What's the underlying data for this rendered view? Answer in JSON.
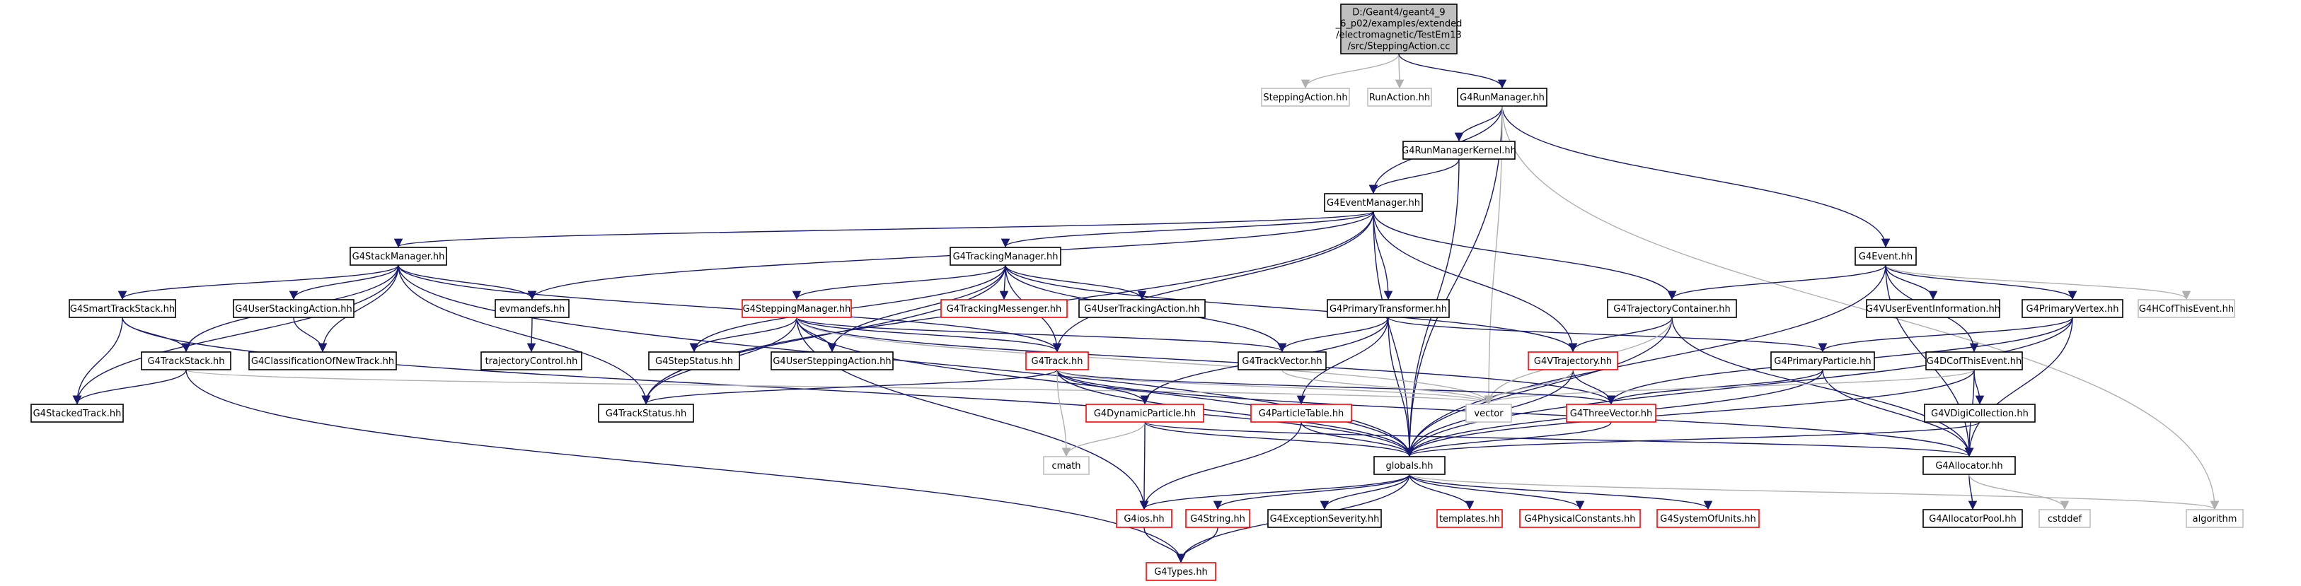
{
  "graph": {
    "colors": {
      "node_border_default": "#000000",
      "node_border_external": "#bfbfbf",
      "node_border_undocumented": "#ff0000",
      "root_fill": "#bfbfbf",
      "edge": "#191970",
      "edge_to_external": "#b0b0b0"
    },
    "nodes": [
      {
        "id": "root",
        "lines": [
          "D:/Geant4/geant4_9",
          "_6_p02/examples/extended",
          "/electromagnetic/TestEm13",
          "/src/SteppingAction.cc"
        ],
        "style": "root"
      },
      {
        "id": "stepping_action_hh",
        "lines": [
          "SteppingAction.hh"
        ],
        "style": "external"
      },
      {
        "id": "run_action_hh",
        "lines": [
          "RunAction.hh"
        ],
        "style": "external"
      },
      {
        "id": "g4runmanager",
        "lines": [
          "G4RunManager.hh"
        ],
        "style": "default"
      },
      {
        "id": "g4runmanagerkernel",
        "lines": [
          "G4RunManagerKernel.hh"
        ],
        "style": "default"
      },
      {
        "id": "g4eventmanager",
        "lines": [
          "G4EventManager.hh"
        ],
        "style": "default"
      },
      {
        "id": "g4stackmanager",
        "lines": [
          "G4StackManager.hh"
        ],
        "style": "default"
      },
      {
        "id": "g4trackingmanager",
        "lines": [
          "G4TrackingManager.hh"
        ],
        "style": "default"
      },
      {
        "id": "g4event",
        "lines": [
          "G4Event.hh"
        ],
        "style": "default"
      },
      {
        "id": "g4smarttrackstack",
        "lines": [
          "G4SmartTrackStack.hh"
        ],
        "style": "default"
      },
      {
        "id": "g4userstackingaction",
        "lines": [
          "G4UserStackingAction.hh"
        ],
        "style": "default"
      },
      {
        "id": "evmandefs",
        "lines": [
          "evmandefs.hh"
        ],
        "style": "default"
      },
      {
        "id": "g4steppingmanager",
        "lines": [
          "G4SteppingManager.hh"
        ],
        "style": "undocumented"
      },
      {
        "id": "g4trackingmessenger",
        "lines": [
          "G4TrackingMessenger.hh"
        ],
        "style": "undocumented"
      },
      {
        "id": "g4usertrackingaction",
        "lines": [
          "G4UserTrackingAction.hh"
        ],
        "style": "default"
      },
      {
        "id": "g4primarytransformer",
        "lines": [
          "G4PrimaryTransformer.hh"
        ],
        "style": "default"
      },
      {
        "id": "g4trajectorycontainer",
        "lines": [
          "G4TrajectoryContainer.hh"
        ],
        "style": "default"
      },
      {
        "id": "g4vusereventinformation",
        "lines": [
          "G4VUserEventInformation.hh"
        ],
        "style": "default"
      },
      {
        "id": "g4primaryvertex",
        "lines": [
          "G4PrimaryVertex.hh"
        ],
        "style": "default"
      },
      {
        "id": "g4hcofthisevent",
        "lines": [
          "G4HCofThisEvent.hh"
        ],
        "style": "external"
      },
      {
        "id": "g4trackstack",
        "lines": [
          "G4TrackStack.hh"
        ],
        "style": "default"
      },
      {
        "id": "g4classificationofnewtrack",
        "lines": [
          "G4ClassificationOfNewTrack.hh"
        ],
        "style": "default"
      },
      {
        "id": "trajectorycontrol",
        "lines": [
          "trajectoryControl.hh"
        ],
        "style": "default"
      },
      {
        "id": "g4stepstatus",
        "lines": [
          "G4StepStatus.hh"
        ],
        "style": "default"
      },
      {
        "id": "g4usersteppingaction",
        "lines": [
          "G4UserSteppingAction.hh"
        ],
        "style": "default"
      },
      {
        "id": "g4track",
        "lines": [
          "G4Track.hh"
        ],
        "style": "undocumented"
      },
      {
        "id": "g4trackvector",
        "lines": [
          "G4TrackVector.hh"
        ],
        "style": "default"
      },
      {
        "id": "g4vtrajectory",
        "lines": [
          "G4VTrajectory.hh"
        ],
        "style": "undocumented"
      },
      {
        "id": "g4primaryparticle",
        "lines": [
          "G4PrimaryParticle.hh"
        ],
        "style": "default"
      },
      {
        "id": "g4dcofthisevent",
        "lines": [
          "G4DCofThisEvent.hh"
        ],
        "style": "default"
      },
      {
        "id": "g4stackedtrack",
        "lines": [
          "G4StackedTrack.hh"
        ],
        "style": "default"
      },
      {
        "id": "g4trackstatus",
        "lines": [
          "G4TrackStatus.hh"
        ],
        "style": "default"
      },
      {
        "id": "g4dynamicparticle",
        "lines": [
          "G4DynamicParticle.hh"
        ],
        "style": "undocumented"
      },
      {
        "id": "g4particletable",
        "lines": [
          "G4ParticleTable.hh"
        ],
        "style": "undocumented"
      },
      {
        "id": "vector",
        "lines": [
          "vector"
        ],
        "style": "external"
      },
      {
        "id": "g4threevector",
        "lines": [
          "G4ThreeVector.hh"
        ],
        "style": "undocumented"
      },
      {
        "id": "g4vdigicollection",
        "lines": [
          "G4VDigiCollection.hh"
        ],
        "style": "default"
      },
      {
        "id": "cmath",
        "lines": [
          "cmath"
        ],
        "style": "external"
      },
      {
        "id": "globals",
        "lines": [
          "globals.hh"
        ],
        "style": "default"
      },
      {
        "id": "g4allocator",
        "lines": [
          "G4Allocator.hh"
        ],
        "style": "default"
      },
      {
        "id": "g4ios",
        "lines": [
          "G4ios.hh"
        ],
        "style": "undocumented"
      },
      {
        "id": "g4string",
        "lines": [
          "G4String.hh"
        ],
        "style": "undocumented"
      },
      {
        "id": "g4exceptionseverity",
        "lines": [
          "G4ExceptionSeverity.hh"
        ],
        "style": "default"
      },
      {
        "id": "templates",
        "lines": [
          "templates.hh"
        ],
        "style": "undocumented"
      },
      {
        "id": "g4physicalconstants",
        "lines": [
          "G4PhysicalConstants.hh"
        ],
        "style": "undocumented"
      },
      {
        "id": "g4systemofunits",
        "lines": [
          "G4SystemOfUnits.hh"
        ],
        "style": "undocumented"
      },
      {
        "id": "g4allocatorpool",
        "lines": [
          "G4AllocatorPool.hh"
        ],
        "style": "default"
      },
      {
        "id": "cstddef",
        "lines": [
          "cstddef"
        ],
        "style": "external"
      },
      {
        "id": "algorithm",
        "lines": [
          "algorithm"
        ],
        "style": "external"
      },
      {
        "id": "g4types",
        "lines": [
          "G4Types.hh"
        ],
        "style": "undocumented"
      }
    ],
    "edges": [
      [
        "root",
        "stepping_action_hh"
      ],
      [
        "root",
        "run_action_hh"
      ],
      [
        "root",
        "g4runmanager"
      ],
      [
        "g4runmanager",
        "g4runmanagerkernel"
      ],
      [
        "g4runmanager",
        "g4eventmanager"
      ],
      [
        "g4runmanager",
        "g4event"
      ],
      [
        "g4runmanager",
        "globals"
      ],
      [
        "g4runmanager",
        "vector"
      ],
      [
        "g4runmanager",
        "algorithm"
      ],
      [
        "g4runmanagerkernel",
        "g4eventmanager"
      ],
      [
        "g4runmanagerkernel",
        "globals"
      ],
      [
        "g4eventmanager",
        "g4stackmanager"
      ],
      [
        "g4eventmanager",
        "g4trackingmanager"
      ],
      [
        "g4eventmanager",
        "evmandefs"
      ],
      [
        "g4eventmanager",
        "g4primarytransformer"
      ],
      [
        "g4eventmanager",
        "g4trajectorycontainer"
      ],
      [
        "g4eventmanager",
        "g4track"
      ],
      [
        "g4eventmanager",
        "g4trackstatus"
      ],
      [
        "g4eventmanager",
        "g4vtrajectory"
      ],
      [
        "g4eventmanager",
        "globals"
      ],
      [
        "g4stackmanager",
        "g4smarttrackstack"
      ],
      [
        "g4stackmanager",
        "g4userstackingaction"
      ],
      [
        "g4stackmanager",
        "evmandefs"
      ],
      [
        "g4stackmanager",
        "g4trackstack"
      ],
      [
        "g4stackmanager",
        "g4classificationofnewtrack"
      ],
      [
        "g4stackmanager",
        "g4stackedtrack"
      ],
      [
        "g4stackmanager",
        "g4track"
      ],
      [
        "g4stackmanager",
        "g4trackstatus"
      ],
      [
        "g4stackmanager",
        "globals"
      ],
      [
        "g4smarttrackstack",
        "g4trackstack"
      ],
      [
        "g4smarttrackstack",
        "g4stackedtrack"
      ],
      [
        "g4smarttrackstack",
        "globals"
      ],
      [
        "g4userstackingaction",
        "g4classificationofnewtrack"
      ],
      [
        "evmandefs",
        "trajectorycontrol"
      ],
      [
        "g4trackstack",
        "g4stackedtrack"
      ],
      [
        "g4trackstack",
        "vector"
      ],
      [
        "g4trackstack",
        "g4types"
      ],
      [
        "g4trackingmanager",
        "g4steppingmanager"
      ],
      [
        "g4trackingmanager",
        "g4trackingmessenger"
      ],
      [
        "g4trackingmanager",
        "g4usertrackingaction"
      ],
      [
        "g4trackingmanager",
        "g4stepstatus"
      ],
      [
        "g4trackingmanager",
        "g4usersteppingaction"
      ],
      [
        "g4trackingmanager",
        "g4track"
      ],
      [
        "g4trackingmanager",
        "g4trackvector"
      ],
      [
        "g4trackingmanager",
        "g4vtrajectory"
      ],
      [
        "g4trackingmanager",
        "g4trackstatus"
      ],
      [
        "g4steppingmanager",
        "g4stepstatus"
      ],
      [
        "g4steppingmanager",
        "g4usersteppingaction"
      ],
      [
        "g4steppingmanager",
        "g4track"
      ],
      [
        "g4steppingmanager",
        "g4trackvector"
      ],
      [
        "g4steppingmanager",
        "g4trackstatus"
      ],
      [
        "g4steppingmanager",
        "g4ios"
      ],
      [
        "g4steppingmanager",
        "globals"
      ],
      [
        "g4steppingmanager",
        "g4threevector"
      ],
      [
        "g4steppingmanager",
        "vector"
      ],
      [
        "g4primarytransformer",
        "g4primaryparticle"
      ],
      [
        "g4primarytransformer",
        "g4trackvector"
      ],
      [
        "g4primarytransformer",
        "g4dynamicparticle"
      ],
      [
        "g4primarytransformer",
        "g4particletable"
      ],
      [
        "g4primarytransformer",
        "globals"
      ],
      [
        "g4trajectorycontainer",
        "g4vtrajectory"
      ],
      [
        "g4trajectorycontainer",
        "globals"
      ],
      [
        "g4trajectorycontainer",
        "vector"
      ],
      [
        "g4trajectorycontainer",
        "g4allocator"
      ],
      [
        "g4event",
        "g4trajectorycontainer"
      ],
      [
        "g4event",
        "g4vusereventinformation"
      ],
      [
        "g4event",
        "g4primaryvertex"
      ],
      [
        "g4event",
        "g4hcofthisevent"
      ],
      [
        "g4event",
        "g4dcofthisevent"
      ],
      [
        "g4event",
        "globals"
      ],
      [
        "g4event",
        "g4allocator"
      ],
      [
        "g4primaryvertex",
        "g4primaryparticle"
      ],
      [
        "g4primaryvertex",
        "g4threevector"
      ],
      [
        "g4primaryvertex",
        "globals"
      ],
      [
        "g4primaryvertex",
        "g4allocator"
      ],
      [
        "g4primaryparticle",
        "g4threevector"
      ],
      [
        "g4primaryparticle",
        "globals"
      ],
      [
        "g4primaryparticle",
        "g4allocator"
      ],
      [
        "g4dcofthisevent",
        "g4vdigicollection"
      ],
      [
        "g4dcofthisevent",
        "globals"
      ],
      [
        "g4dcofthisevent",
        "g4allocator"
      ],
      [
        "g4dcofthisevent",
        "vector"
      ],
      [
        "g4vdigicollection",
        "globals"
      ],
      [
        "g4track",
        "g4trackstatus"
      ],
      [
        "g4track",
        "g4dynamicparticle"
      ],
      [
        "g4track",
        "g4threevector"
      ],
      [
        "g4track",
        "globals"
      ],
      [
        "g4track",
        "cmath"
      ],
      [
        "g4track",
        "g4allocator"
      ],
      [
        "g4track",
        "vector"
      ],
      [
        "g4trackvector",
        "vector"
      ],
      [
        "g4vtrajectory",
        "g4threevector"
      ],
      [
        "g4vtrajectory",
        "globals"
      ],
      [
        "g4vtrajectory",
        "vector"
      ],
      [
        "g4dynamicparticle",
        "globals"
      ],
      [
        "g4dynamicparticle",
        "g4ios"
      ],
      [
        "g4dynamicparticle",
        "cmath"
      ],
      [
        "g4dynamicparticle",
        "g4allocator"
      ],
      [
        "g4particletable",
        "globals"
      ],
      [
        "g4particletable",
        "g4ios"
      ],
      [
        "g4threevector",
        "globals"
      ],
      [
        "globals",
        "g4ios"
      ],
      [
        "globals",
        "g4string"
      ],
      [
        "globals",
        "g4exceptionseverity"
      ],
      [
        "globals",
        "templates"
      ],
      [
        "globals",
        "g4physicalconstants"
      ],
      [
        "globals",
        "g4systemofunits"
      ],
      [
        "globals",
        "g4types"
      ],
      [
        "globals",
        "algorithm"
      ],
      [
        "g4ios",
        "g4types"
      ],
      [
        "g4string",
        "g4types"
      ],
      [
        "g4allocator",
        "g4allocatorpool"
      ],
      [
        "g4allocator",
        "cstddef"
      ]
    ]
  }
}
